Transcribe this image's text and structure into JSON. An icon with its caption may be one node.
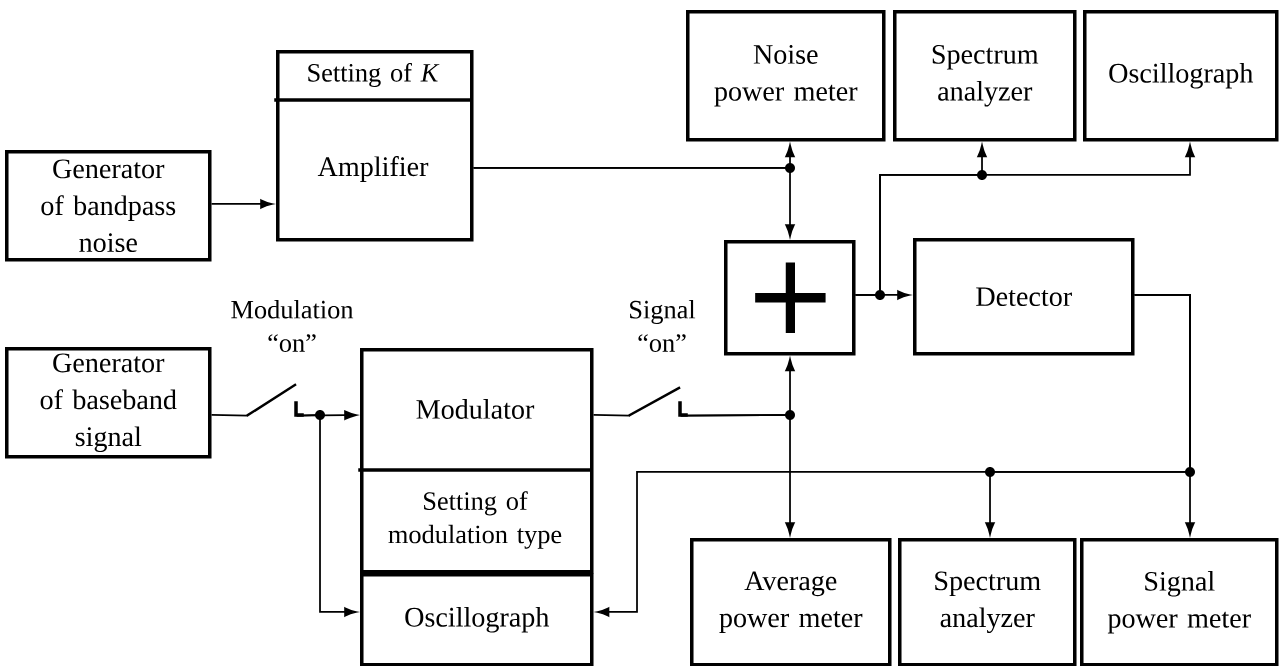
{
  "diagram": {
    "nodes": [
      {
        "text": [
          "Generator of bandpass noise"
        ]
      },
      {
        "text": [
          "Setting of *K*",
          "Amplifier"
        ]
      },
      {
        "text": [
          "Noise power meter"
        ]
      },
      {
        "text": [
          "Spectrum analyzer"
        ]
      },
      {
        "text": [
          "Oscillograph"
        ]
      },
      {
        "text": [
          "+"
        ]
      },
      {
        "text": [
          "Detector"
        ]
      },
      {
        "text": [
          "Generator of baseband signal"
        ]
      },
      {
        "text": [
          "Modulator",
          "Setting of modulation type"
        ]
      },
      {
        "text": [
          "Oscillograph"
        ]
      },
      {
        "text": [
          "Average power meter"
        ]
      },
      {
        "text": [
          "Spectrum analyzer"
        ]
      },
      {
        "text": [
          "Signal power meter"
        ]
      },
      {
        "text": [],
        "shape": "switch"
      },
      {
        "text": [],
        "shape": "switch"
      }
    ],
    "labels": [
      "Modulation “on”",
      "Signal “on”"
    ],
    "edges": [
      {
        "from": 0,
        "to": 1,
        "arrow": "to"
      },
      {
        "from": 1,
        "to": 2,
        "arrow": "to"
      },
      {
        "from": 1,
        "to": 5,
        "arrow": "to"
      },
      {
        "from": 5,
        "to": 6,
        "arrow": "to"
      },
      {
        "from": 5,
        "to": 3,
        "arrow": "to"
      },
      {
        "from": 5,
        "to": 4,
        "arrow": "to"
      },
      {
        "from": 7,
        "to": 13,
        "arrow": "none"
      },
      {
        "from": 13,
        "to": 8,
        "arrow": "to"
      },
      {
        "from": 13,
        "to": 9,
        "arrow": "to"
      },
      {
        "from": 8,
        "to": 14,
        "arrow": "none"
      },
      {
        "from": 14,
        "to": 5,
        "arrow": "to"
      },
      {
        "from": 14,
        "to": 10,
        "arrow": "to"
      },
      {
        "from": 6,
        "to": 12,
        "arrow": "to"
      },
      {
        "from": 6,
        "to": 11,
        "arrow": "to"
      },
      {
        "from": 6,
        "to": 9,
        "arrow": "to"
      }
    ]
  }
}
